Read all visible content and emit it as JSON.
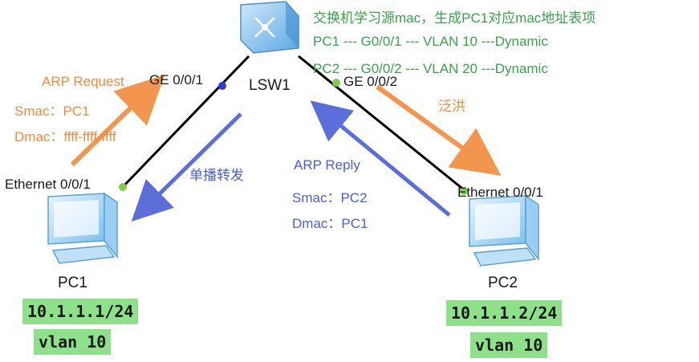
{
  "switch": {
    "name": "LSW1"
  },
  "mac_table_note": {
    "title": "交换机学习源mac，生成PC1对应mac地址表项",
    "entry1": "PC1 --- G0/0/1 --- VLAN 10 ---Dynamic",
    "entry2": "PC2 --- G0/0/2 --- VLAN 20 ---Dynamic"
  },
  "ports": {
    "sw_left": "GE 0/0/1",
    "sw_right": "GE 0/0/2",
    "pc1_eth": "Ethernet 0/0/1",
    "pc2_eth": "Ethernet 0/0/1"
  },
  "arp_request": {
    "title": "ARP Request",
    "smac": "Smac：PC1",
    "dmac": "Dmac：ffff-ffff-ffff"
  },
  "arp_reply": {
    "title": "ARP Reply",
    "smac": "Smac：PC2",
    "dmac": "Dmac：PC1"
  },
  "flood_label": "泛洪",
  "unicast_label": "单播转发",
  "pc1": {
    "name": "PC1",
    "ip": "10.1.1.1/24",
    "vlan": "vlan 10"
  },
  "pc2": {
    "name": "PC2",
    "ip": "10.1.1.2/24",
    "vlan": "vlan 10"
  },
  "colors": {
    "orange": "#f08a3c",
    "blue": "#4a5fd6",
    "green_text": "#3aa24a",
    "highlight": "#8fe08a"
  }
}
